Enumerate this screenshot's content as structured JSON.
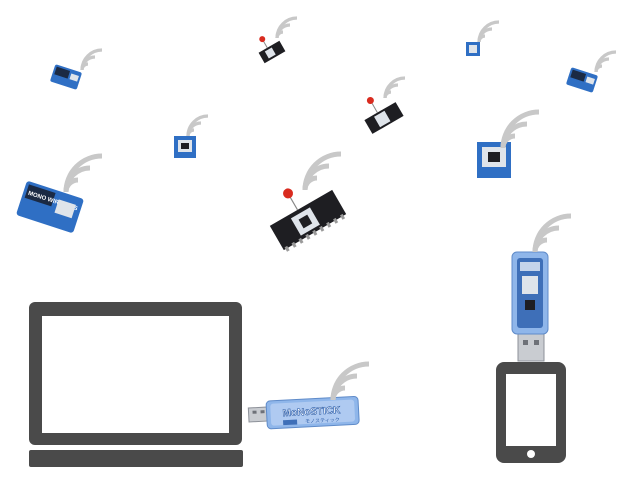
{
  "labels": {
    "monostick_name": "MoNoSTICK",
    "monostick_sub": "モノスティック",
    "module_brand": "MONO WIRELESS"
  },
  "colors": {
    "module_blue": "#2f6fc4",
    "module_dark": "#1b2a44",
    "chip_black": "#1e1e22",
    "led_red": "#d92b1f",
    "device_gray": "#4a4a4a",
    "signal_gray": "#c8c8c8",
    "stick_blue": "#8fb6ea"
  },
  "devices": [
    {
      "kind": "laptop",
      "name": "laptop"
    },
    {
      "kind": "tablet",
      "name": "tablet"
    },
    {
      "kind": "usb-stick",
      "name": "monostick-laptop"
    },
    {
      "kind": "usb-stick",
      "name": "monostick-tablet"
    }
  ],
  "nodes": [
    "twelite-blue-module-1",
    "twelite-dip-1",
    "twelite-small-1",
    "twelite-blue-module-2",
    "twelite-small-2",
    "twelite-dip-2",
    "twelite-small-3",
    "twelite-blue-module-3",
    "twelite-dip-3"
  ]
}
